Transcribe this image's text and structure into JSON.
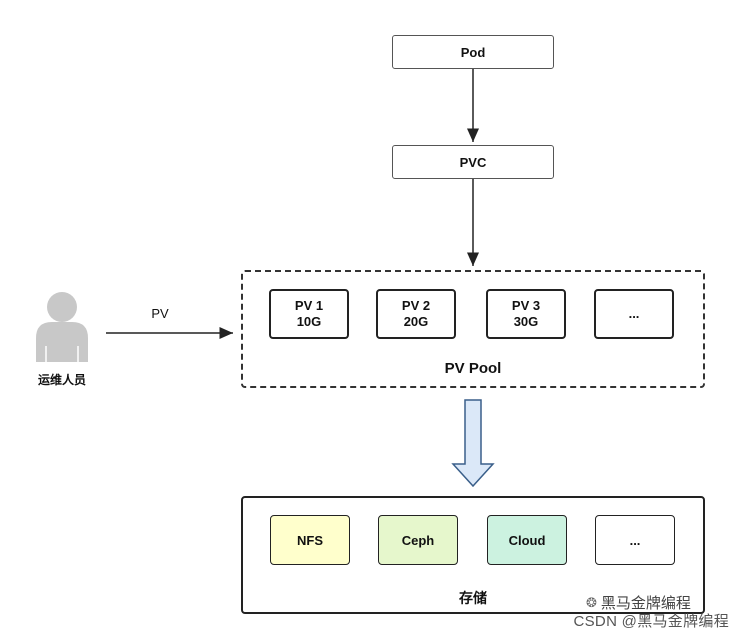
{
  "top": {
    "pod_label": "Pod",
    "pvc_label": "PVC"
  },
  "operator": {
    "name": "运维人员",
    "arrow_label": "PV"
  },
  "pv_pool": {
    "title": "PV Pool",
    "items": [
      {
        "name": "PV 1",
        "size": "10G"
      },
      {
        "name": "PV 2",
        "size": "20G"
      },
      {
        "name": "PV 3",
        "size": "30G"
      },
      {
        "name": "...",
        "size": ""
      }
    ]
  },
  "storage": {
    "title": "存储",
    "items": [
      {
        "label": "NFS",
        "color": "#ffffcc"
      },
      {
        "label": "Ceph",
        "color": "#e6f7cc"
      },
      {
        "label": "Cloud",
        "color": "#ccf2e0"
      },
      {
        "label": "...",
        "color": "#ffffff"
      }
    ]
  },
  "colors": {
    "down_arrow_fill": "#dbe8f8",
    "down_arrow_stroke": "#3a5f8a",
    "person_fill": "#c8c8c8"
  },
  "watermark": {
    "top_text": "黑马金牌编程",
    "bottom_text": "CSDN @黑马金牌编程"
  }
}
